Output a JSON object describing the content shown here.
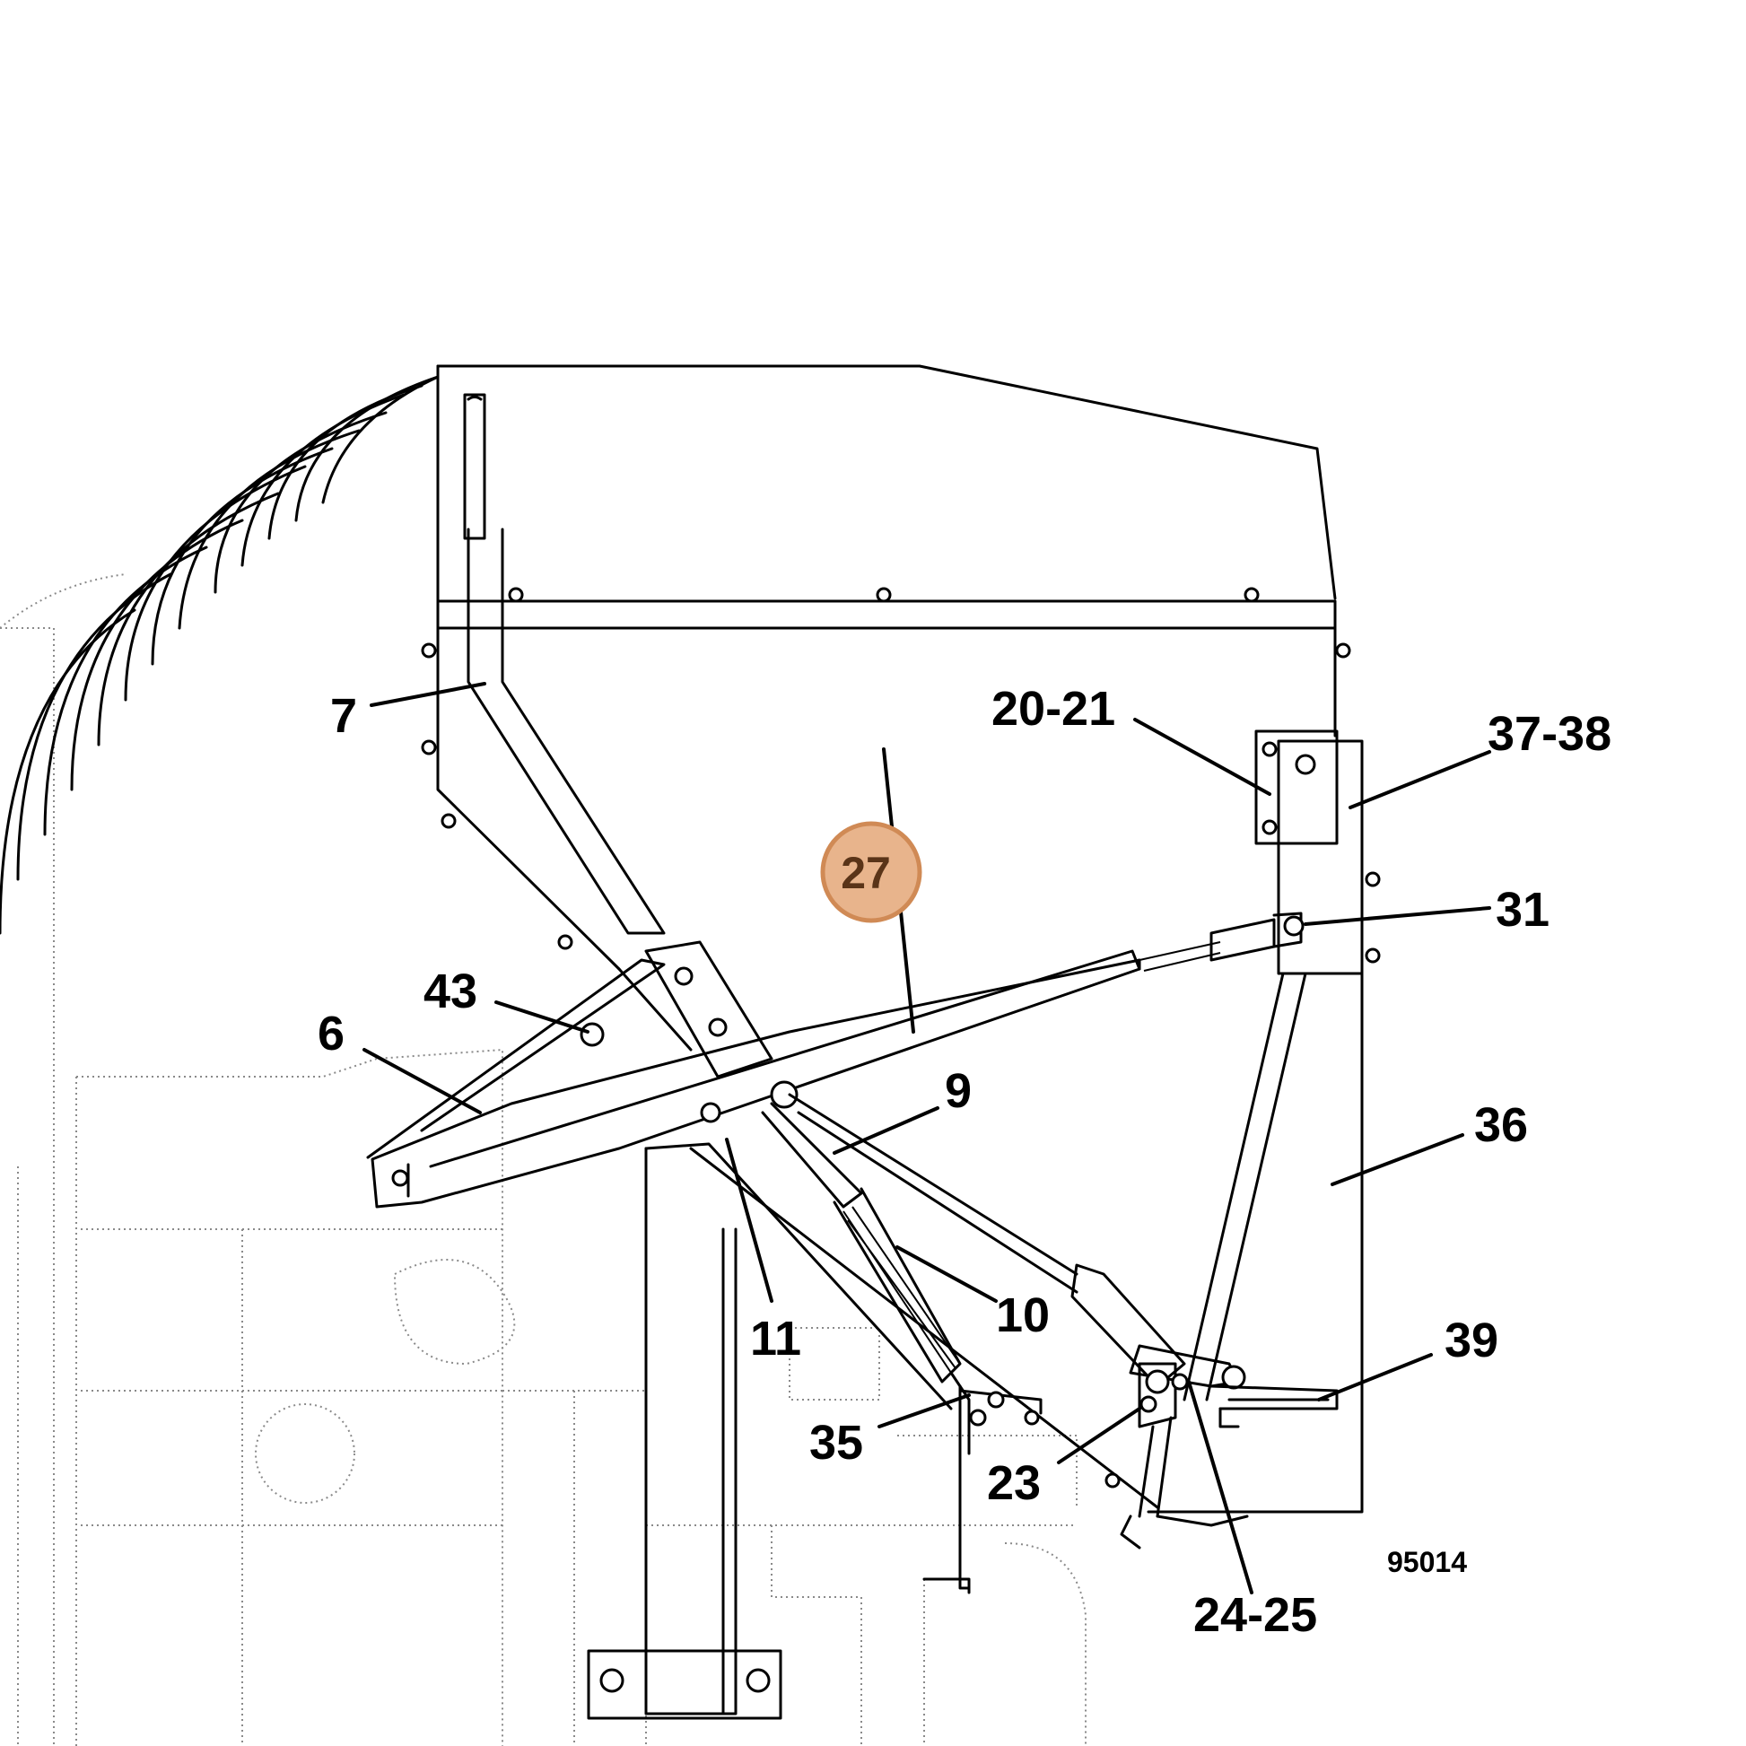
{
  "callouts": {
    "c7": "7",
    "c20_21": "20-21",
    "c37_38": "37-38",
    "c27": "27",
    "c31": "31",
    "c43": "43",
    "c6": "6",
    "c9": "9",
    "c36": "36",
    "c10": "10",
    "c11": "11",
    "c39": "39",
    "c35": "35",
    "c23": "23",
    "c24_25": "24-25"
  },
  "drawing_number": "95014",
  "highlight": {
    "fill": "#e8b48c",
    "stroke": "#d08a55",
    "text_color": "#5a3418"
  }
}
